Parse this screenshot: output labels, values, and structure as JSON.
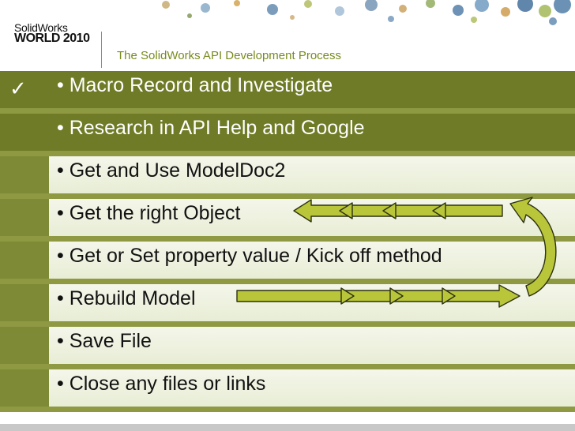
{
  "logo": {
    "line1": "SolidWorks",
    "line2": "WORLD 2010"
  },
  "title": "The SolidWorks API Development Process",
  "checkmark": "✓",
  "steps": [
    {
      "label": "• Macro Record and Investigate",
      "done": true
    },
    {
      "label": "• Research in API Help and Google",
      "done": true
    },
    {
      "label": "• Get and Use ModelDoc2",
      "done": false
    },
    {
      "label": "• Get the right Object",
      "done": false
    },
    {
      "label": "• Get or Set property value / Kick off method",
      "done": false
    },
    {
      "label": "• Rebuild Model",
      "done": false
    },
    {
      "label": "• Save File",
      "done": false
    },
    {
      "label": "• Close any files or links",
      "done": false
    }
  ],
  "colors": {
    "olive_dark": "#6f7b26",
    "olive_bar": "#8e9942",
    "arrow_fill": "#b9c63a",
    "text_done": "#ffffff",
    "text_todo": "#111111",
    "title": "#7a8a1e"
  }
}
